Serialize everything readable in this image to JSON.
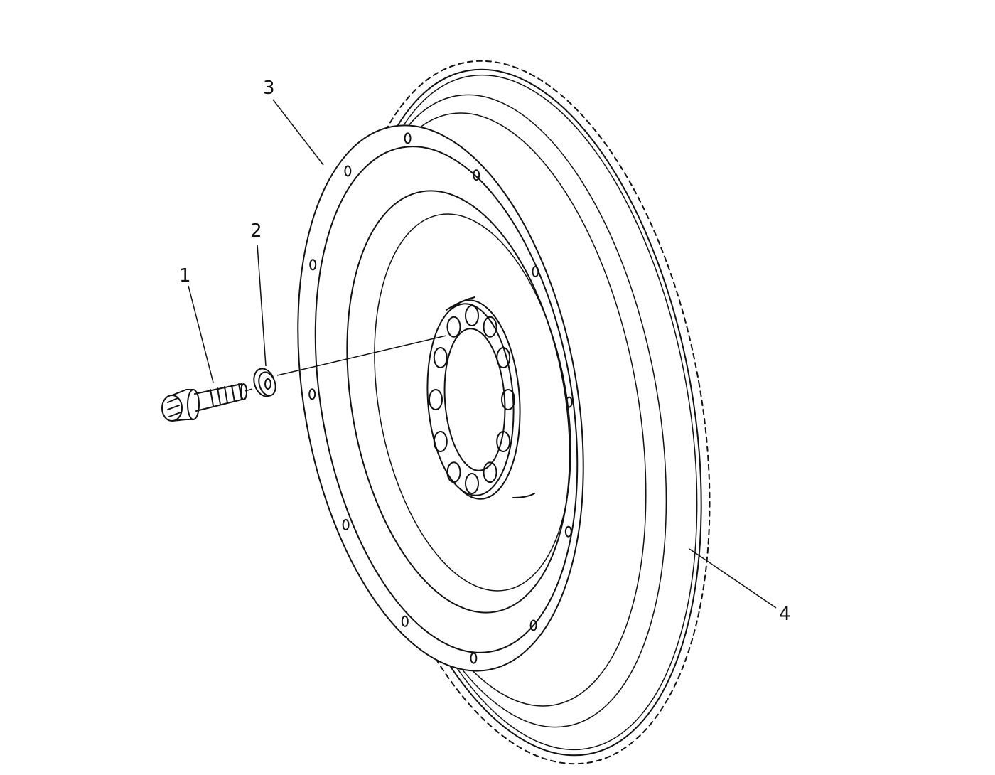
{
  "diagram": {
    "callouts": [
      {
        "id": "bolt",
        "label": "1"
      },
      {
        "id": "washer",
        "label": "2"
      },
      {
        "id": "flywheel",
        "label": "3"
      },
      {
        "id": "ring-gear",
        "label": "4"
      }
    ]
  },
  "colors": {
    "line": "#111111",
    "background": "#ffffff"
  }
}
